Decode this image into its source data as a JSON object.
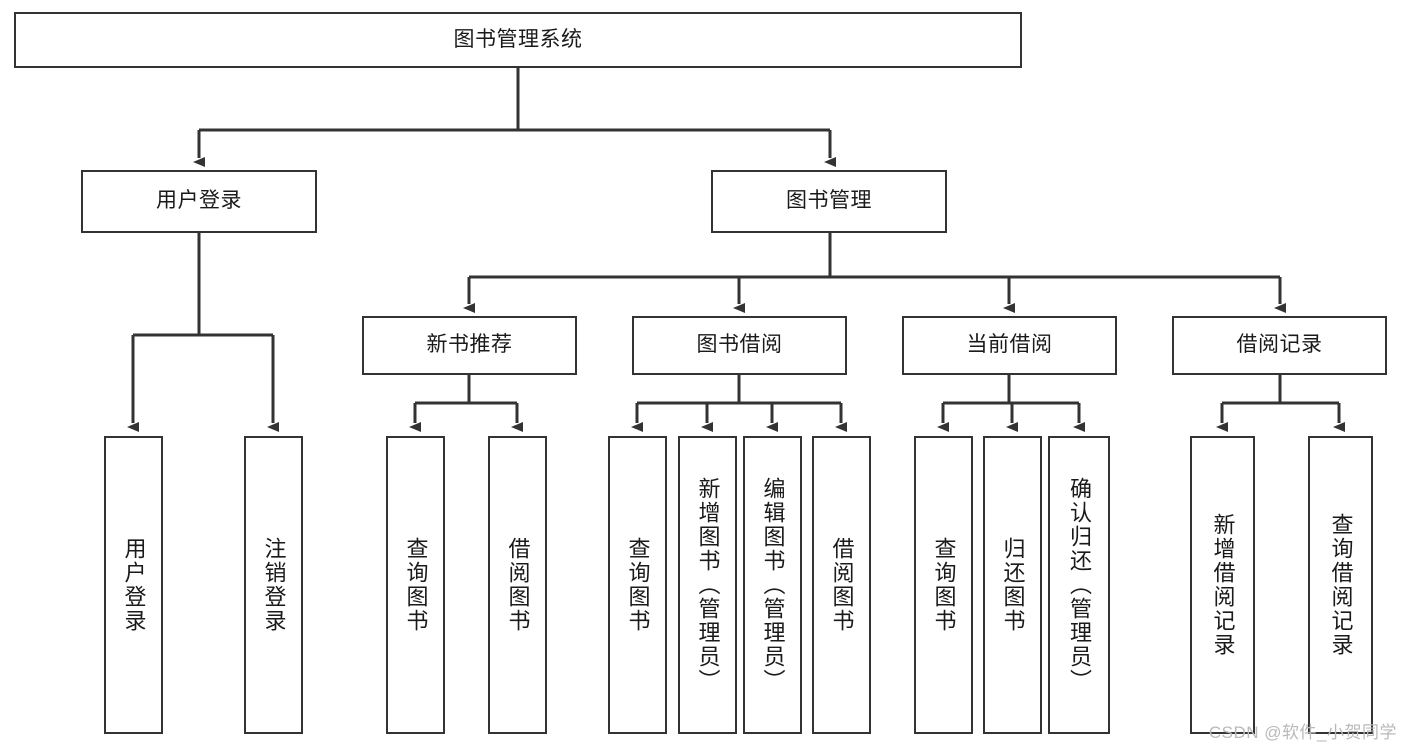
{
  "diagram": {
    "title": "图书管理系统",
    "type": "tree-hierarchy",
    "watermark": "CSDN @软件_小贺同学",
    "colors": {
      "stroke": "#333333",
      "fill": "#ffffff",
      "text": "#1a1a1a",
      "watermark": "#b9b9b9"
    },
    "root": {
      "label": "图书管理系统"
    },
    "level2": [
      {
        "label": "用户登录"
      },
      {
        "label": "图书管理"
      }
    ],
    "level3": [
      {
        "label": "新书推荐"
      },
      {
        "label": "图书借阅"
      },
      {
        "label": "当前借阅"
      },
      {
        "label": "借阅记录"
      }
    ],
    "leaves": {
      "user_login": [
        {
          "label": "用户登录"
        },
        {
          "label": "注销登录"
        }
      ],
      "new_book_recommend": [
        {
          "label": "查询图书"
        },
        {
          "label": "借阅图书"
        }
      ],
      "book_borrow": [
        {
          "label": "查询图书"
        },
        {
          "label": "新增图书（管理员）"
        },
        {
          "label": "编辑图书（管理员）"
        },
        {
          "label": "借阅图书"
        }
      ],
      "current_borrow": [
        {
          "label": "查询图书"
        },
        {
          "label": "归还图书"
        },
        {
          "label": "确认归还（管理员）"
        }
      ],
      "borrow_record": [
        {
          "label": "新增借阅记录"
        },
        {
          "label": "查询借阅记录"
        }
      ]
    }
  }
}
